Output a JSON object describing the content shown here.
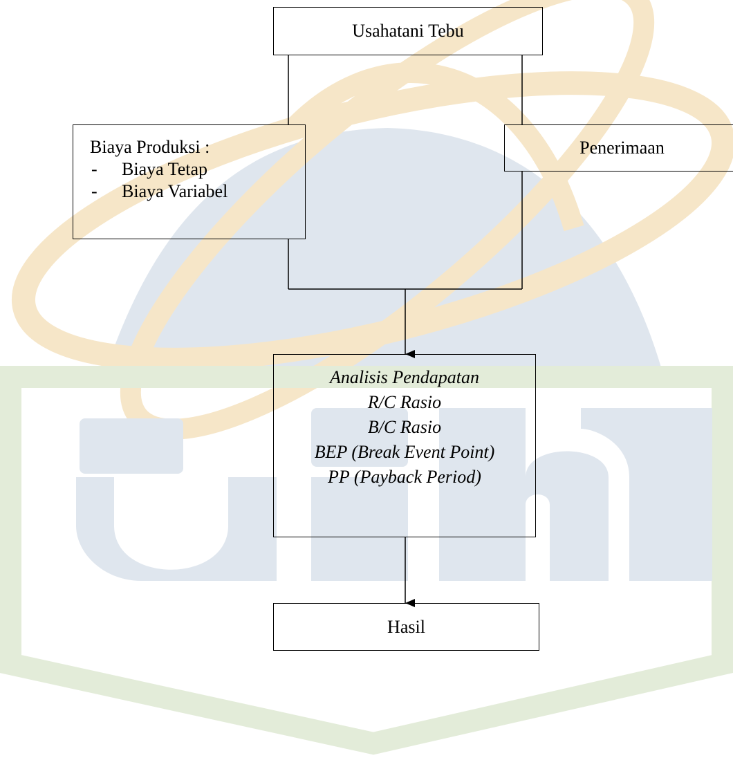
{
  "nodes": {
    "top": {
      "label": "Usahatani Tebu"
    },
    "cost": {
      "title": "Biaya Produksi :",
      "items": [
        "Biaya Tetap",
        "Biaya Variabel"
      ]
    },
    "revenue": {
      "label": "Penerimaan"
    },
    "analysis": {
      "lines": [
        "Analisis Pendapatan",
        "R/C Rasio",
        "B/C Rasio",
        "BEP (Break Event Point)",
        "PP (Payback Period)"
      ]
    },
    "result": {
      "label": "Hasil"
    }
  },
  "colors": {
    "line": "#000000",
    "watermark_orange": "#f6e6c8",
    "watermark_blue": "#dfe6ee",
    "watermark_green": "#e3ecd9"
  },
  "watermark": {
    "type": "logo",
    "text": "uin"
  }
}
